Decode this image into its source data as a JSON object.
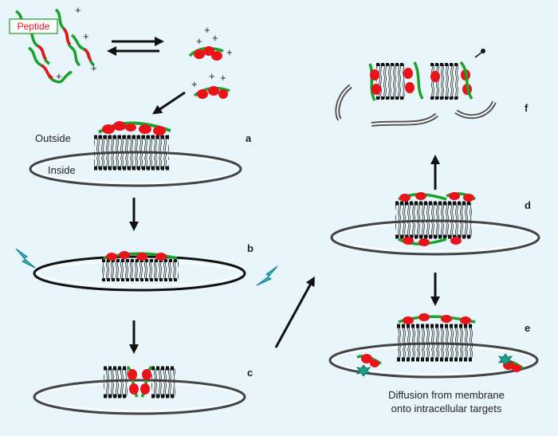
{
  "peptide_label": "Peptide",
  "membrane_labels": {
    "outside": "Outside",
    "inside": "Inside"
  },
  "panels": {
    "a": "a",
    "b": "b",
    "c": "c",
    "d": "d",
    "e": "e",
    "f": "f"
  },
  "caption": [
    "Diffusion from membrane",
    "onto intracellular targets"
  ],
  "charge_symbol": "+",
  "colors": {
    "background": "#e8f6fc",
    "peptide_green": "#1aa32a",
    "peptide_red": "#e8141a",
    "lipid_head": "#111111",
    "lipid_head_alt": "#e9c21a",
    "lightning": "#2bb3c4",
    "label_box": "#1a9a2a",
    "label_text": "#e8141a"
  }
}
